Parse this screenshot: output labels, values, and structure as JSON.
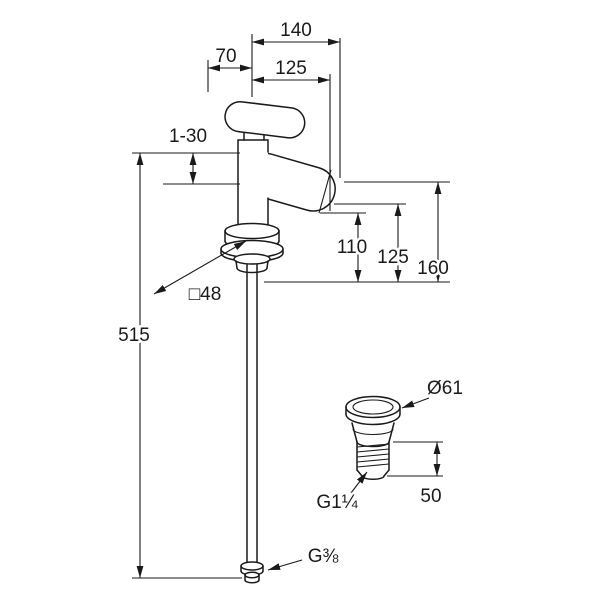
{
  "background": "#ffffff",
  "line_color": "#1a1a1a",
  "dimensions": {
    "spout_reach": "140",
    "handle_projection": "70",
    "outlet_reach": "125",
    "adjustment_range": "1-30",
    "outlet_height": "110",
    "spout_height": "125",
    "top_height": "160",
    "base_square": "□48",
    "overall_height": "515",
    "waste_diameter": "Ø61",
    "waste_thread": "G1¼",
    "waste_height": "50",
    "supply_thread": "G⅜"
  }
}
